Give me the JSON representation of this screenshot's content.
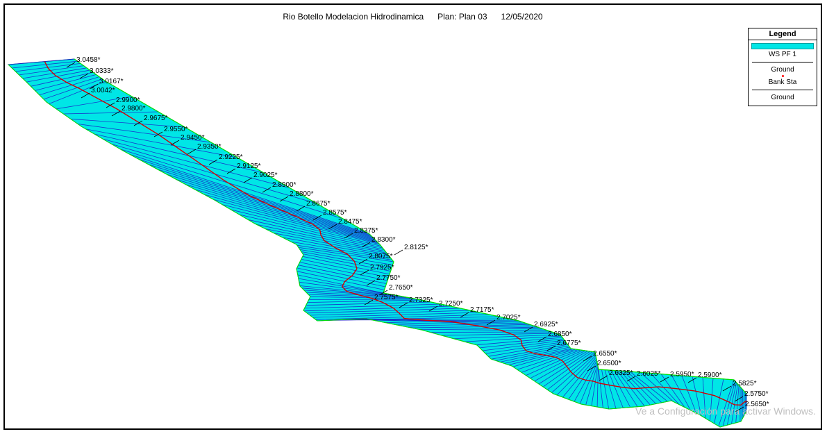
{
  "title": {
    "main": "Rio Botello Modelacion Hidrodinamica",
    "plan": "Plan: Plan 03",
    "date": "12/05/2020"
  },
  "legend": {
    "heading": "Legend",
    "items": [
      "WS PF 1",
      "Ground",
      "Bank Sta",
      "Ground"
    ]
  },
  "colors": {
    "water": "#00e6e6",
    "section_lines": "#1a1ac8",
    "thalweg": "#d40000",
    "bank_outline": "#00e600"
  },
  "stations": [
    "3.0458*",
    "3.0333*",
    "3.0167*",
    "3.0042*",
    "2.9900*",
    "2.9800*",
    "2.9675*",
    "2.9550*",
    "2.9450*",
    "2.9350*",
    "2.9225*",
    "2.9125*",
    "2.9025*",
    "2.8900*",
    "2.8800*",
    "2.8675*",
    "2.8575*",
    "2.8475*",
    "2.8375*",
    "2.8300*",
    "2.8125*",
    "2.8075*",
    "2.7925*",
    "2.7750*",
    "2.7650*",
    "2.7575*",
    "2.7325*",
    "2.7250*",
    "2.7175*",
    "2.7025*",
    "2.6925*",
    "2.6850*",
    "2.6775*",
    "2.6550*",
    "2.6500*",
    "2.6325*",
    "2.6025*",
    "2.5950*",
    "2.5900*",
    "2.5825*",
    "2.5750*",
    "2.5650*"
  ],
  "watermark": "Ve a Configuración para activar Windows."
}
